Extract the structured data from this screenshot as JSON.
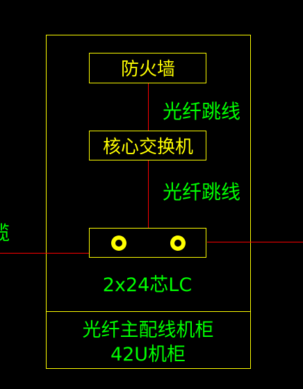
{
  "colors": {
    "background": "#000000",
    "outline": "#ffff00",
    "label_text": "#00ff00",
    "box_text": "#ffff00",
    "link_line": "#ff0000",
    "connector_ring": "#ffff00"
  },
  "diagram": {
    "firewall_label": "防火墙",
    "core_switch_label": "核心交换机",
    "fiber_jumper_label_1": "光纤跳线",
    "fiber_jumper_label_2": "光纤跳线",
    "patch_panel_label": "2x24芯LC",
    "cabinet_name": "光纤主配线机柜",
    "cabinet_size": "42U机柜",
    "left_edge_text": "缆"
  }
}
